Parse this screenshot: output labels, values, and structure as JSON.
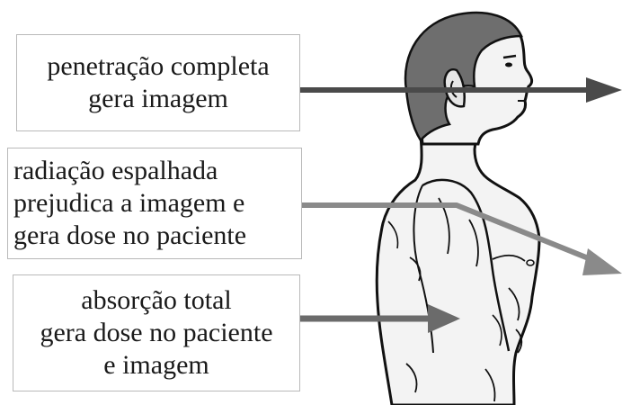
{
  "labels": {
    "penetration": {
      "lines": [
        "penetração completa",
        "gera imagem"
      ],
      "arrow_color": "#4a4a4a"
    },
    "scatter": {
      "lines": [
        "radiação espalhada",
        "prejudica a imagem e",
        "gera dose no paciente"
      ],
      "arrow_color": "#8a8a8a"
    },
    "absorption": {
      "lines": [
        "absorção total",
        "gera dose no paciente",
        "e imagem"
      ],
      "arrow_color": "#6b6b6b"
    }
  },
  "figure": {
    "subject": "human-torso-profile",
    "hair_color": "#6e6e6e",
    "skin_color": "#f3f3f3",
    "outline_color": "#111111"
  }
}
